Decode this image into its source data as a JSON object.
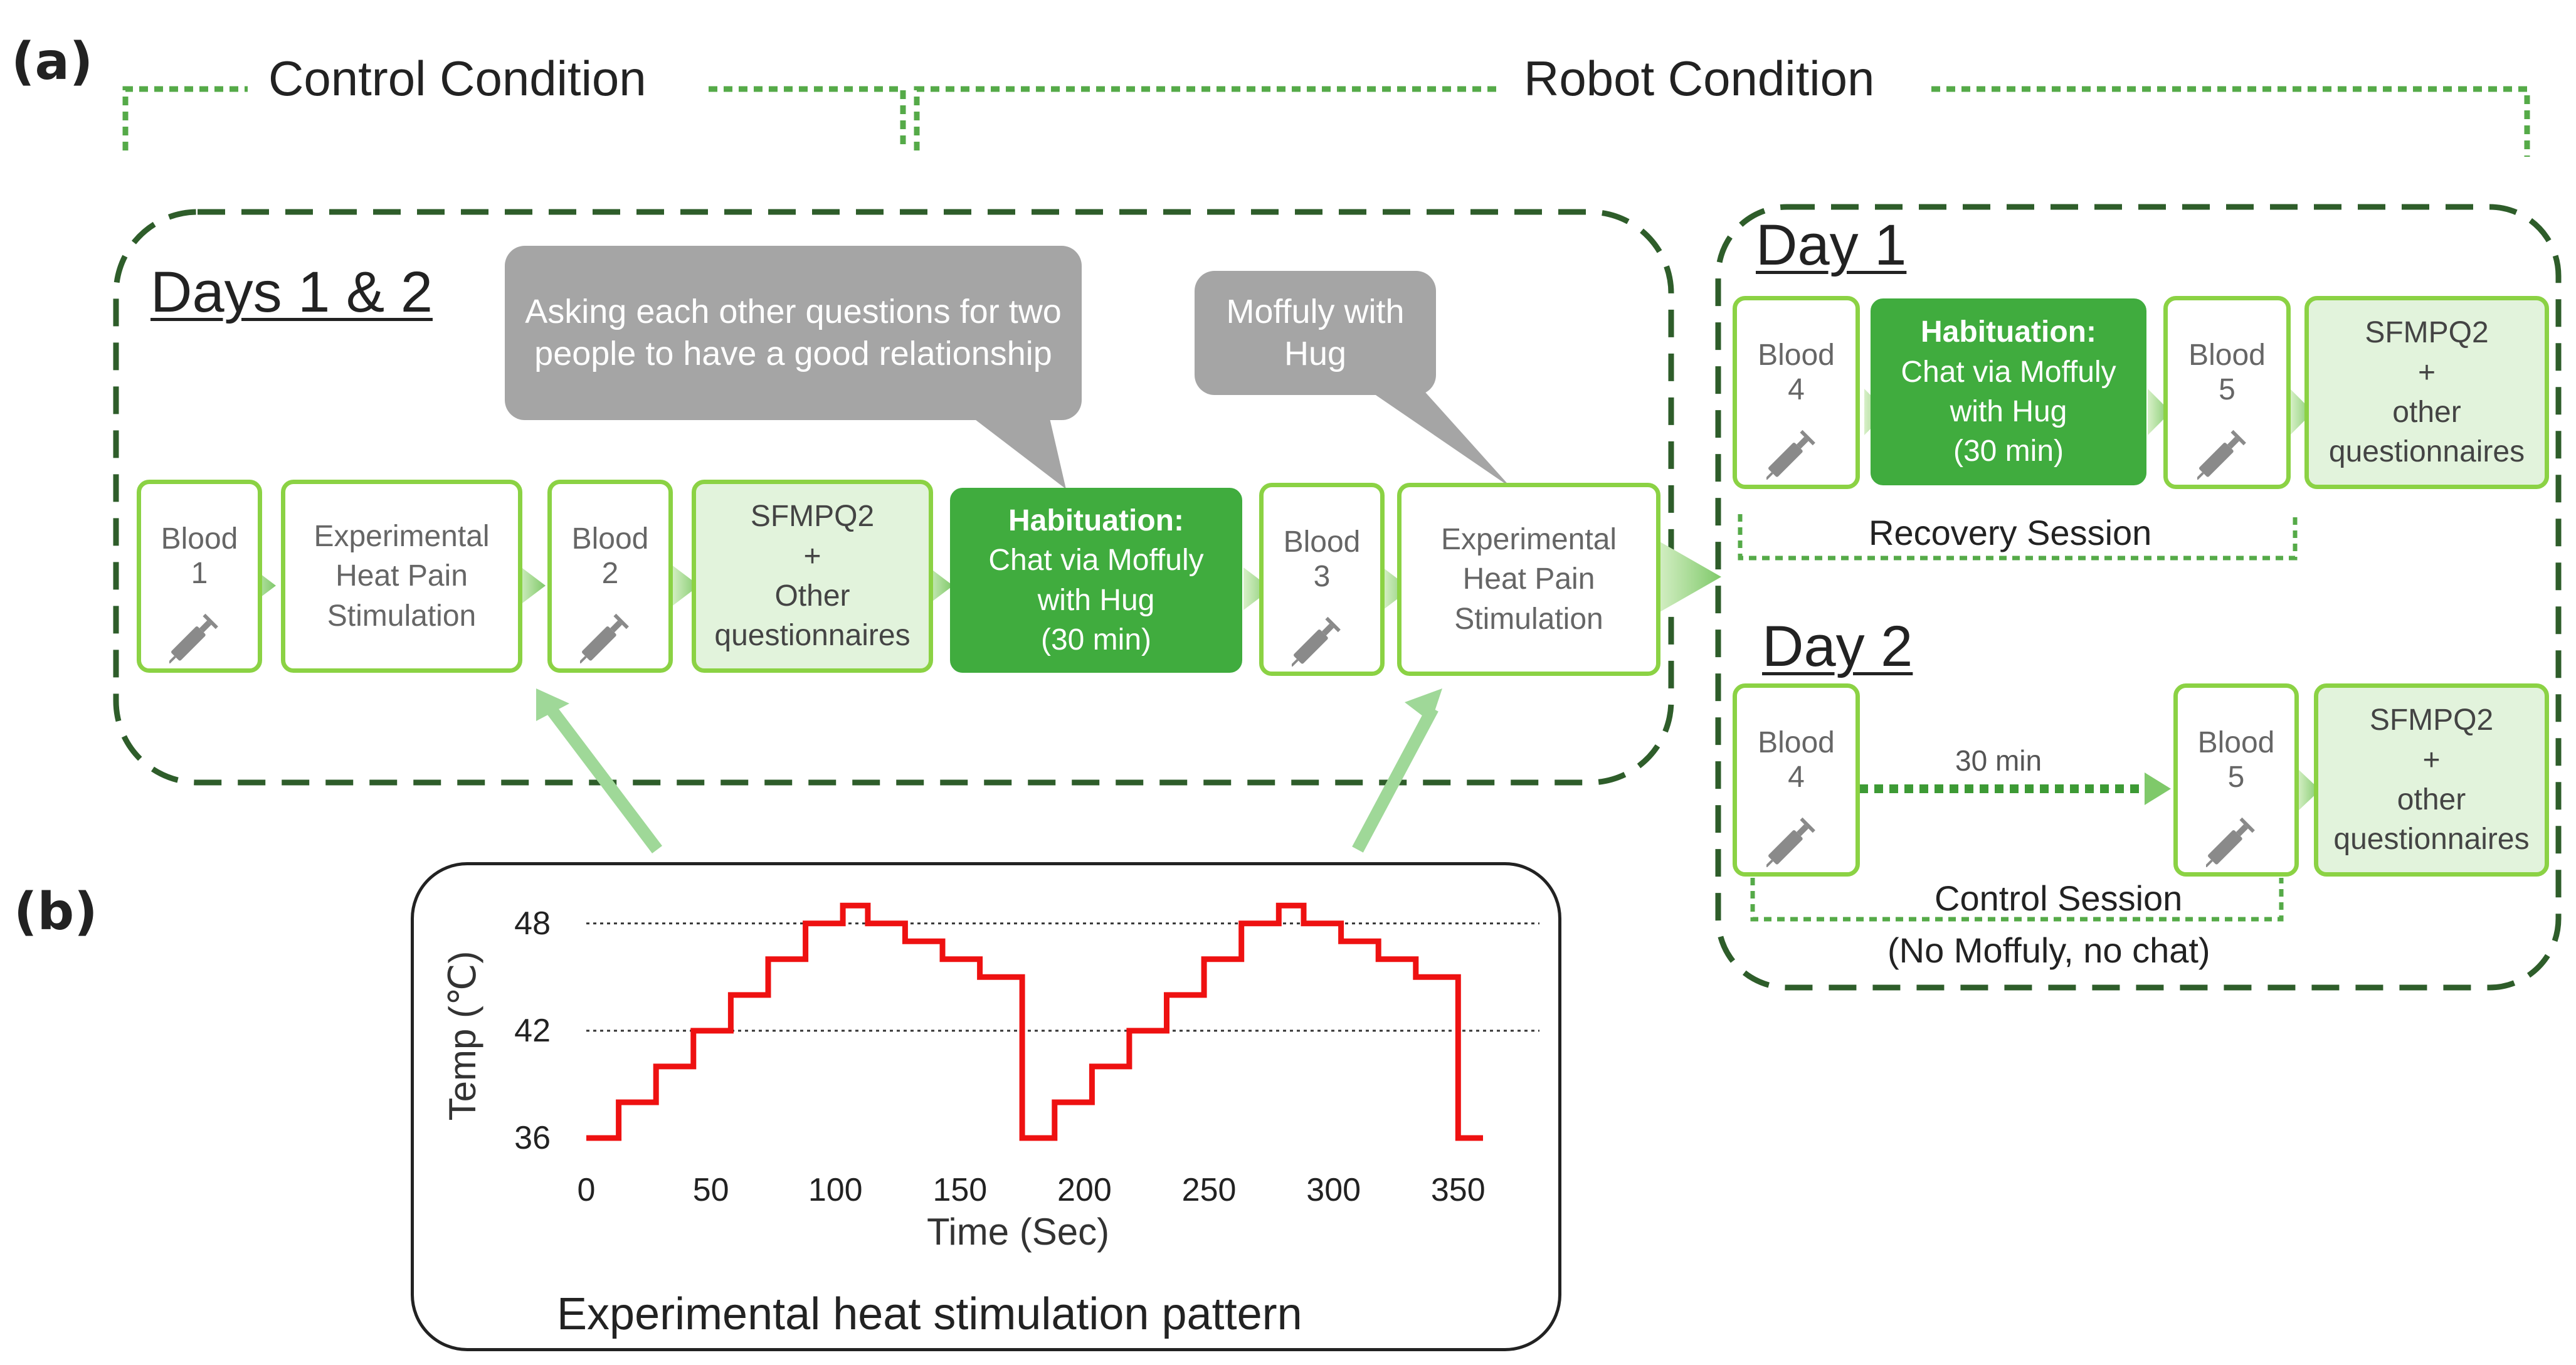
{
  "panel_a_label": "(a)",
  "panel_b_label": "(b)",
  "header": {
    "control": "Control Condition",
    "robot": "Robot Condition"
  },
  "left_group": {
    "title": "Days 1 & 2",
    "bubble1": "Asking each other questions for two people to have a good relationship",
    "bubble2": "Moffuly with Hug",
    "boxes": [
      {
        "line1": "Blood",
        "line2": "1"
      },
      {
        "lines": [
          "Experimental",
          "Heat Pain",
          "Stimulation"
        ]
      },
      {
        "line1": "Blood",
        "line2": "2"
      },
      {
        "lines": [
          "SFMPQ2",
          "+",
          "Other",
          "questionnaires"
        ]
      },
      {
        "head": "Habituation:",
        "lines": [
          "Chat via Moffuly",
          "with Hug",
          "(30 min)"
        ]
      },
      {
        "line1": "Blood",
        "line2": "3"
      },
      {
        "lines": [
          "Experimental",
          "Heat Pain",
          "Stimulation"
        ]
      }
    ]
  },
  "day1": {
    "title": "Day 1",
    "boxes": [
      {
        "line1": "Blood",
        "line2": "4"
      },
      {
        "head": "Habituation:",
        "lines": [
          "Chat via Moffuly",
          "with Hug",
          "(30 min)"
        ]
      },
      {
        "line1": "Blood",
        "line2": "5"
      },
      {
        "lines": [
          "SFMPQ2",
          "+",
          "other",
          "questionnaires"
        ]
      }
    ],
    "session": "Recovery Session"
  },
  "day2": {
    "title": "Day 2",
    "boxes": [
      {
        "line1": "Blood",
        "line2": "4"
      },
      {
        "line1": "Blood",
        "line2": "5"
      },
      {
        "lines": [
          "SFMPQ2",
          "+",
          "other",
          "questionnaires"
        ]
      }
    ],
    "gap_label": "30 min",
    "session": "Control Session",
    "session_note": "(No Moffuly, no chat)"
  },
  "icons": {
    "syringe": "syringe-icon"
  },
  "colors": {
    "green_border": "#8bd244",
    "dark_green": "#40ac3e",
    "light_green": "#e2f3dc",
    "dashed_outline": "#2e5d2a",
    "bubble": "#a5a5a5",
    "trace": "#ee1111"
  },
  "chart_data": {
    "type": "line",
    "title": "Experimental heat stimulation pattern",
    "xlabel": "Time (Sec)",
    "ylabel": "Temp (℃)",
    "xlim": [
      0,
      360
    ],
    "ylim": [
      36,
      49.5
    ],
    "xticks": [
      0,
      50,
      100,
      150,
      200,
      250,
      300,
      350
    ],
    "yticks": [
      36,
      42,
      48
    ],
    "gridlines_y": [
      42,
      48
    ],
    "series": [
      {
        "x": [
          0,
          13,
          13,
          28,
          28,
          43,
          43,
          58,
          58,
          73,
          73,
          88,
          88,
          103,
          103,
          113,
          113,
          128,
          128,
          143,
          143,
          158,
          158,
          173,
          173,
          175,
          175,
          185,
          185,
          188,
          188,
          203,
          203,
          218,
          218,
          233,
          233,
          248,
          248,
          263,
          263,
          278,
          278,
          288,
          288,
          303,
          303,
          318,
          318,
          333,
          333,
          348,
          348,
          350,
          350,
          360
        ],
        "y": [
          36,
          36,
          38,
          38,
          40,
          40,
          42,
          42,
          44,
          44,
          46,
          46,
          48,
          48,
          49,
          49,
          48,
          48,
          47,
          47,
          46,
          46,
          45,
          45,
          45,
          45,
          36,
          36,
          36,
          36,
          38,
          38,
          40,
          40,
          42,
          42,
          44,
          44,
          46,
          46,
          48,
          48,
          49,
          49,
          48,
          48,
          47,
          47,
          46,
          46,
          45,
          45,
          45,
          45,
          36,
          36
        ]
      }
    ]
  }
}
